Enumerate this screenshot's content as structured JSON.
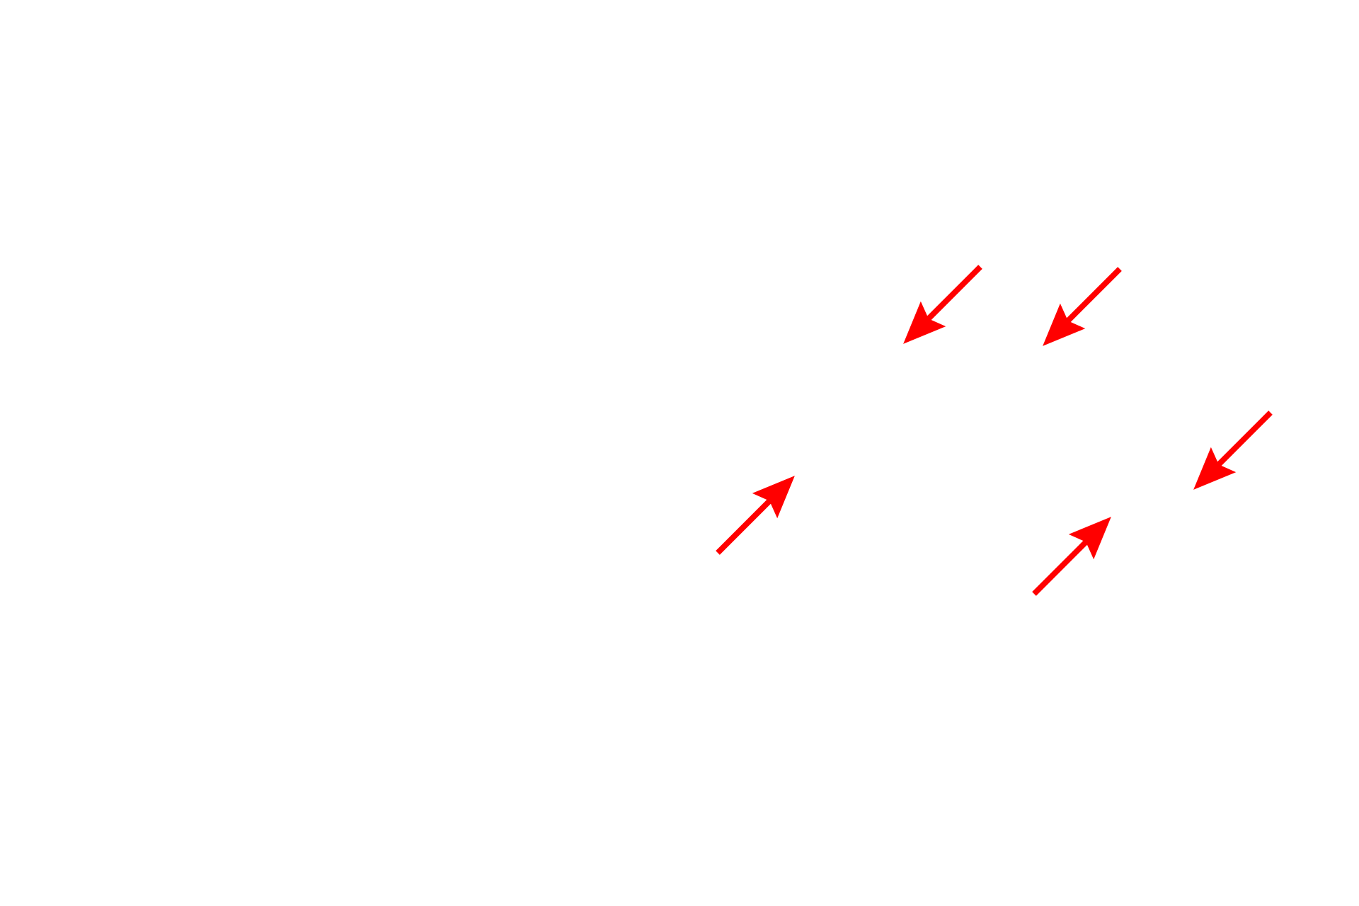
{
  "annotation_color": "#ff0000",
  "background_color": "#ffffff",
  "arrows": [
    {
      "icon": "arrow-down-left-icon",
      "direction": "down-left"
    },
    {
      "icon": "arrow-down-left-icon",
      "direction": "down-left"
    },
    {
      "icon": "arrow-down-left-icon",
      "direction": "down-left"
    },
    {
      "icon": "arrow-up-right-icon",
      "direction": "up-right"
    },
    {
      "icon": "arrow-up-right-icon",
      "direction": "up-right"
    }
  ]
}
